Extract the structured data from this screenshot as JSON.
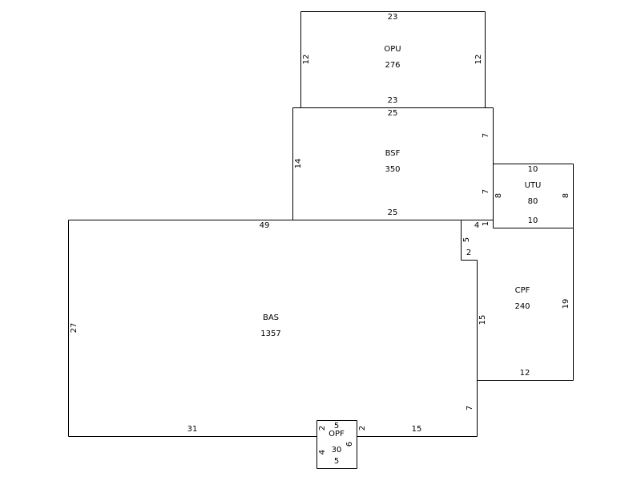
{
  "areas": {
    "opu": {
      "code": "OPU",
      "area": "276"
    },
    "bsf": {
      "code": "BSF",
      "area": "350"
    },
    "utu": {
      "code": "UTU",
      "area": "80"
    },
    "cpf": {
      "code": "CPF",
      "area": "240"
    },
    "bas": {
      "code": "BAS",
      "area": "1357"
    },
    "opf": {
      "code": "OPF",
      "area": "30"
    }
  },
  "dimensions": {
    "opu_top": "23",
    "opu_bottom": "23",
    "opu_left": "12",
    "opu_right": "12",
    "bsf_top": "25",
    "bsf_left": "14",
    "bsf_right_upper": "7",
    "bsf_right_lower": "7",
    "bsf_bottom": "25",
    "utu_top": "10",
    "utu_bottom": "10",
    "utu_left": "8",
    "utu_right": "8",
    "cpf_right": "19",
    "cpf_bottom": "12",
    "cpf_left": "15",
    "bas_top": "49",
    "bas_left": "27",
    "bas_bottom_left": "31",
    "bas_bottom_right": "15",
    "bas_right_lower": "7",
    "bas_step_top": "4",
    "bas_step_one": "1",
    "bas_step_vert": "5",
    "bas_step_horiz": "2",
    "opf_top": "5",
    "opf_bottom": "5",
    "opf_left_upper": "2",
    "opf_left_lower": "4",
    "opf_right": "6",
    "opf_outer_right": "2"
  }
}
